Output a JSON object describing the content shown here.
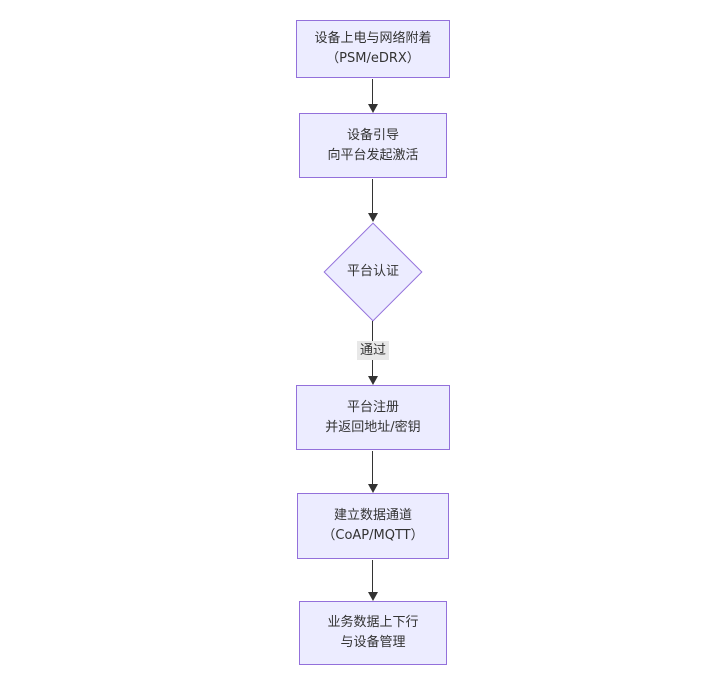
{
  "diagram": {
    "type": "flowchart",
    "direction": "top-down",
    "nodes": [
      {
        "id": "A",
        "shape": "rect",
        "line1": "设备上电与网络附着",
        "line2": "（PSM/eDRX）"
      },
      {
        "id": "B",
        "shape": "rect",
        "line1": "设备引导",
        "line2": "向平台发起激活"
      },
      {
        "id": "C",
        "shape": "diamond",
        "line1": "平台认证",
        "line2": ""
      },
      {
        "id": "D",
        "shape": "rect",
        "line1": "平台注册",
        "line2": "并返回地址/密钥"
      },
      {
        "id": "E",
        "shape": "rect",
        "line1": "建立数据通道",
        "line2": "（CoAP/MQTT）"
      },
      {
        "id": "F",
        "shape": "rect",
        "line1": "业务数据上下行",
        "line2": "与设备管理"
      }
    ],
    "edges": [
      {
        "from": "A",
        "to": "B",
        "label": ""
      },
      {
        "from": "B",
        "to": "C",
        "label": ""
      },
      {
        "from": "C",
        "to": "D",
        "label": "通过"
      },
      {
        "from": "D",
        "to": "E",
        "label": ""
      },
      {
        "from": "E",
        "to": "F",
        "label": ""
      }
    ],
    "colors": {
      "node_fill": "#ECECFF",
      "node_border": "#9370DB",
      "edge_line": "#333333",
      "edge_label_bg": "#e8e8e8",
      "text": "#333333",
      "background": "#ffffff"
    }
  }
}
